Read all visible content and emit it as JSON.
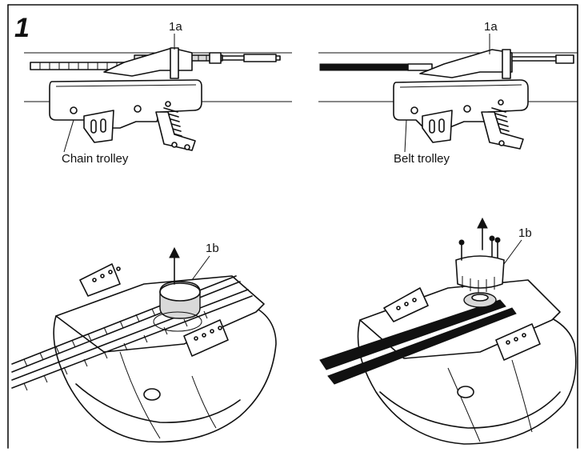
{
  "step": {
    "number": "1"
  },
  "labels": {
    "chain_1a": "1a",
    "belt_1a": "1a",
    "chain_trolley": "Chain trolley",
    "belt_trolley": "Belt trolley",
    "chain_1b": "1b",
    "belt_1b": "1b"
  }
}
